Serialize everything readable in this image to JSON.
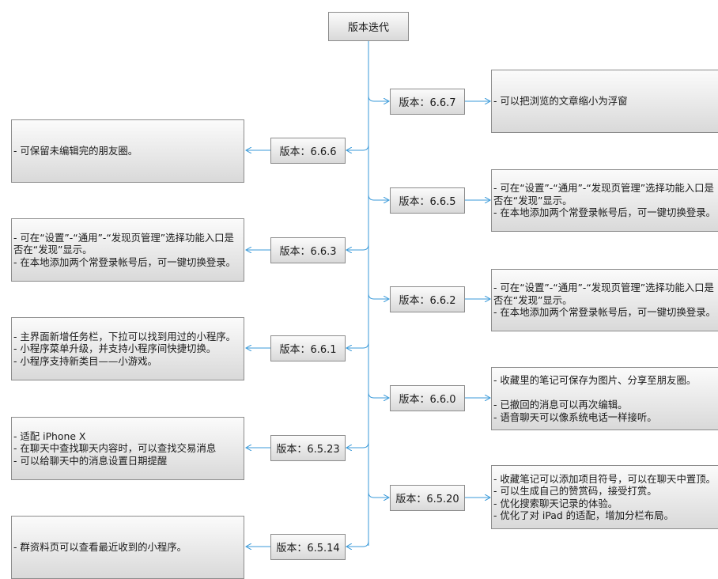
{
  "root": {
    "label": "版本迭代"
  },
  "right": [
    {
      "version": "版本：6.6.7",
      "note": "- 可以把浏览的文章缩小为浮窗"
    },
    {
      "version": "版本：6.6.5",
      "note": "- 可在“设置”-“通用”-“发现页管理”选择功能入口是否在“发现”显示。\n- 在本地添加两个常登录帐号后，可一键切换登录。"
    },
    {
      "version": "版本：6.6.2",
      "note": "- 可在“设置”-“通用”-“发现页管理”选择功能入口是否在“发现”显示。\n- 在本地添加两个常登录帐号后，可一键切换登录。"
    },
    {
      "version": "版本：6.6.0",
      "note": "- 收藏里的笔记可保存为图片、分享至朋友圈。\n\n- 已撤回的消息可以再次编辑。\n- 语音聊天可以像系统电话一样接听。"
    },
    {
      "version": "版本：6.5.20",
      "note": "- 收藏笔记可以添加项目符号，可以在聊天中置顶。\n- 可以生成自己的赞赏码，接受打赏。\n- 优化搜索聊天记录的体验。\n- 优化了对 iPad 的适配，增加分栏布局。"
    }
  ],
  "left": [
    {
      "version": "版本：6.6.6",
      "note": "- 可保留未编辑完的朋友圈。"
    },
    {
      "version": "版本：6.6.3",
      "note": "- 可在“设置”-“通用”-“发现页管理”选择功能入口是否在“发现”显示。\n- 在本地添加两个常登录帐号后，可一键切换登录。"
    },
    {
      "version": "版本：6.6.1",
      "note": "- 主界面新增任务栏，下拉可以找到用过的小程序。\n- 小程序菜单升级，并支持小程序间快捷切换。\n- 小程序支持新类目——小游戏。"
    },
    {
      "version": "版本：6.5.23",
      "note": "- 适配 iPhone X\n- 在聊天中查找聊天内容时，可以查找交易消息\n- 可以给聊天中的消息设置日期提醒"
    },
    {
      "version": "版本：6.5.14",
      "note": "- 群资料页可以查看最近收到的小程序。"
    }
  ],
  "colors": {
    "connector": "#3a9ad9",
    "border": "#8c8c8c"
  }
}
